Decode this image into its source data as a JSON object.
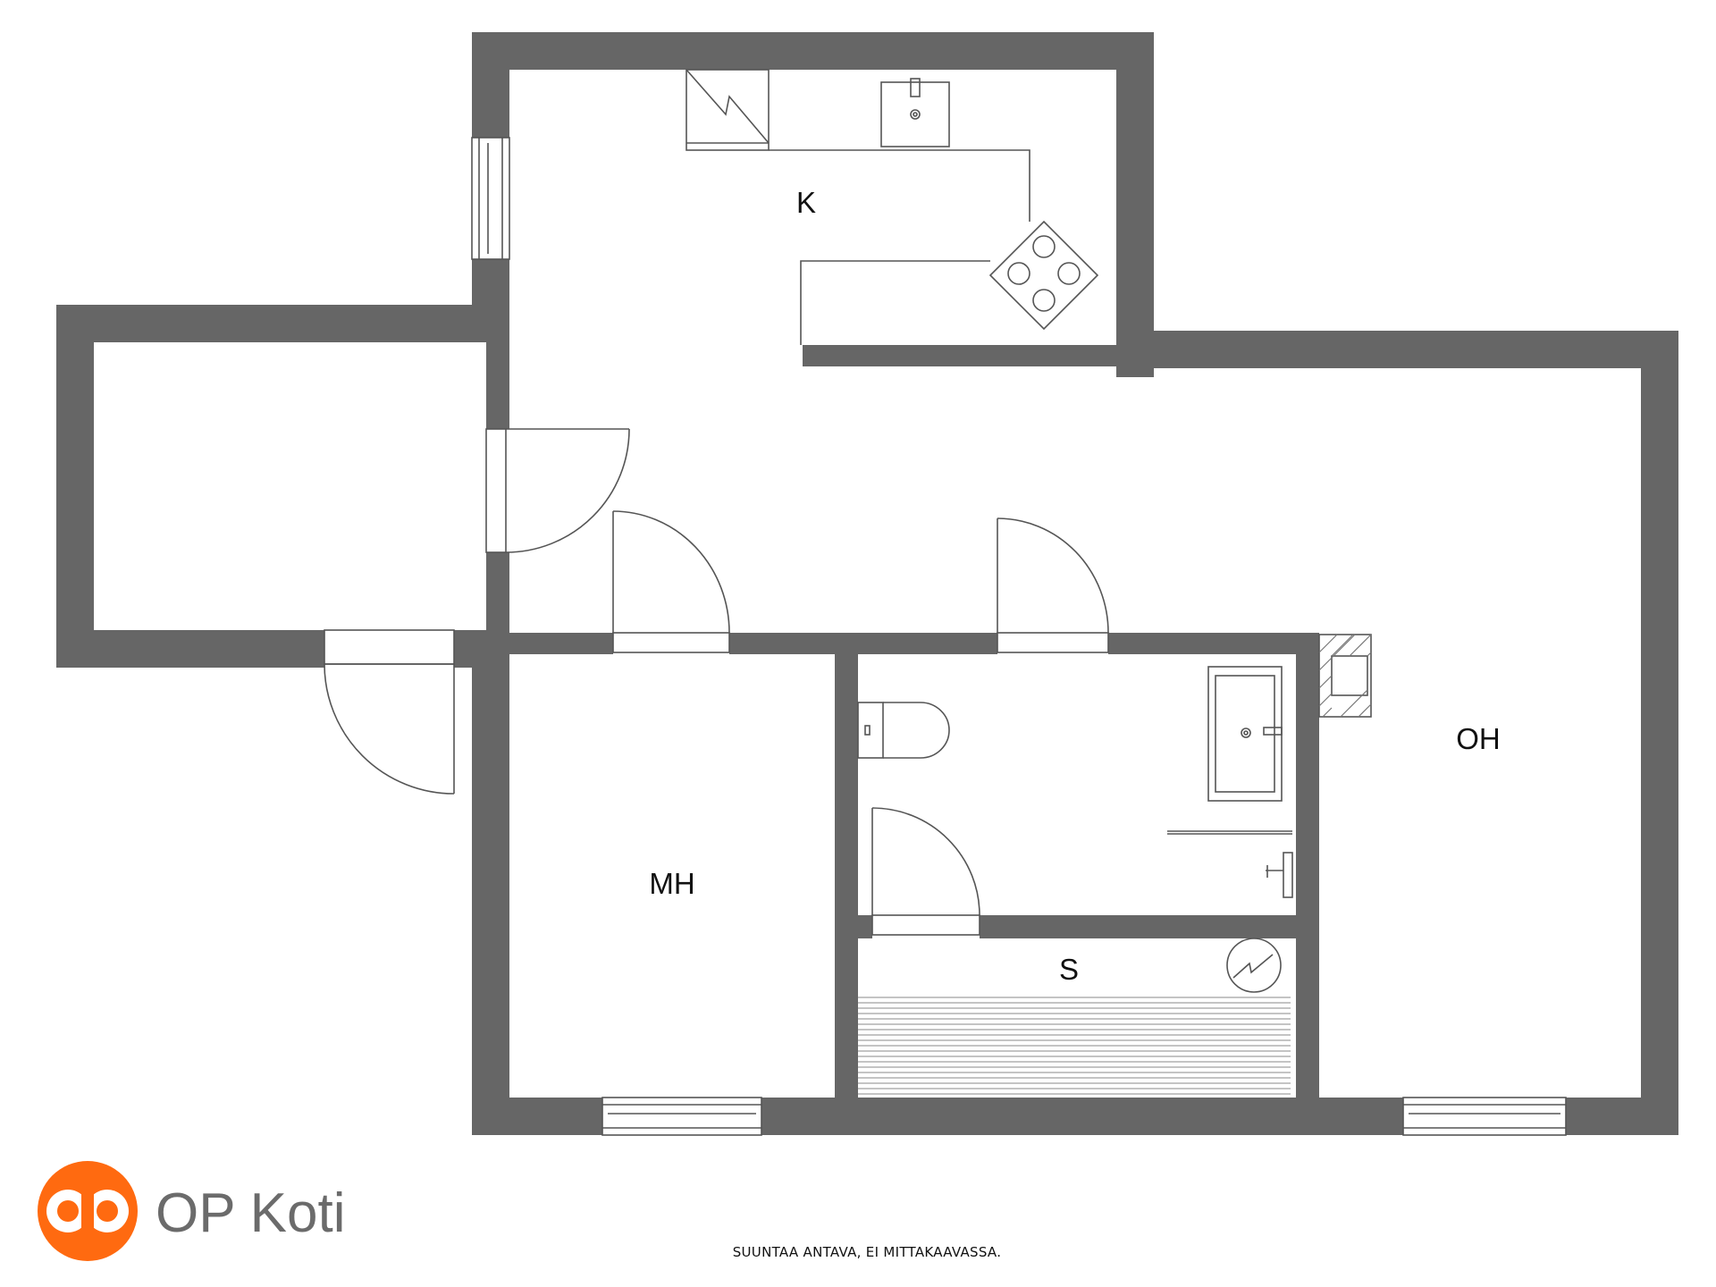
{
  "rooms": {
    "kitchen": "K",
    "living_room": "OH",
    "bedroom": "MH",
    "sauna": "S"
  },
  "footer": {
    "disclaimer": "SUUNTAA ANTAVA, EI MITTAKAAVASSA."
  },
  "brand": {
    "name": "OP Koti",
    "logo_icon": "op-logo-icon",
    "accent_color": "#ff6a10"
  },
  "colors": {
    "wall": "#666666",
    "line": "#555555"
  }
}
